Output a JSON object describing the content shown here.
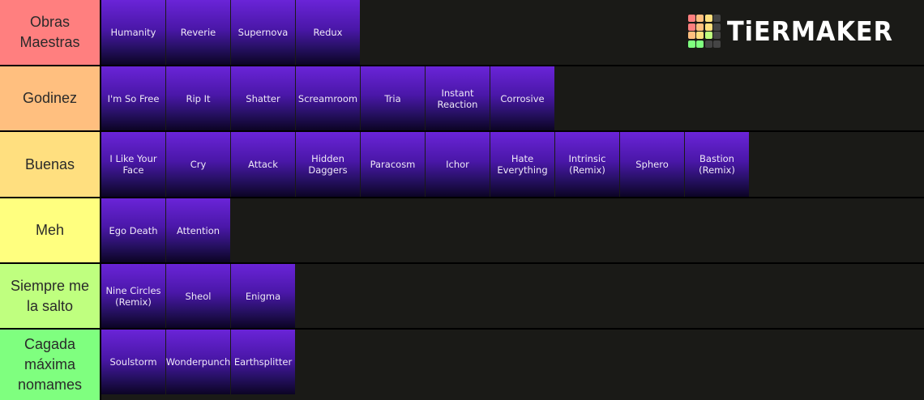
{
  "logo": {
    "text": "TiERMAKER",
    "grid_colors": [
      "#ff7f7f",
      "#ffbf7f",
      "#ffdf7f",
      "#444444",
      "#ff7f7f",
      "#ffbf7f",
      "#ffdf7f",
      "#444444",
      "#ffbf7f",
      "#ffdf7f",
      "#bfff7f",
      "#444444",
      "#7fff7f",
      "#7fff7f",
      "#444444",
      "#444444"
    ]
  },
  "tiers": [
    {
      "label": "Obras Maestras",
      "color": "#ff7f7f",
      "items": [
        "Humanity",
        "Reverie",
        "Supernova",
        "Redux"
      ]
    },
    {
      "label": "Godinez",
      "color": "#ffbf7f",
      "items": [
        "I'm So Free",
        "Rip It",
        "Shatter",
        "Screamroom",
        "Tria",
        "Instant Reaction",
        "Corrosive"
      ]
    },
    {
      "label": "Buenas",
      "color": "#ffdf7f",
      "items": [
        "I Like Your Face",
        "Cry",
        "Attack",
        "Hidden Daggers",
        "Paracosm",
        "Ichor",
        "Hate Everything",
        "Intrinsic (Remix)",
        "Sphero",
        "Bastion (Remix)"
      ]
    },
    {
      "label": "Meh",
      "color": "#ffff7f",
      "items": [
        "Ego Death",
        "Attention"
      ]
    },
    {
      "label": "Siempre me la salto",
      "color": "#bfff7f",
      "items": [
        "Nine Circles (Remix)",
        "Sheol",
        "Enigma"
      ]
    },
    {
      "label": "Cagada máxima nomames",
      "color": "#7fff7f",
      "items": [
        "Soulstorm",
        "Wonderpunch",
        "Earthsplitter"
      ]
    }
  ]
}
